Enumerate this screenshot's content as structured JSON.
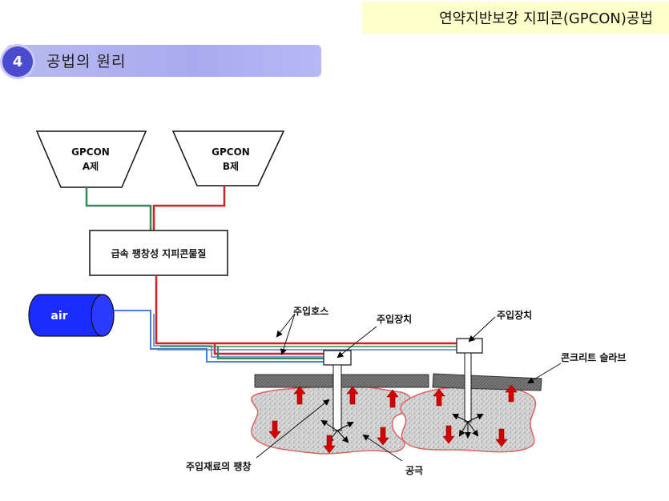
{
  "header": {
    "title": "연약지반보강 지피콘(GPCON)공법"
  },
  "section": {
    "number": "4",
    "title": "공법의 원리"
  },
  "diagram": {
    "hopper_a": {
      "line1": "GPCON",
      "line2": "A제"
    },
    "hopper_b": {
      "line1": "GPCON",
      "line2": "B제"
    },
    "mixer": "급속 팽창성 지피콘물질",
    "air_tank": "air",
    "labels": {
      "hose": "주입호스",
      "injector_left": "주입장치",
      "injector_right": "주입장치",
      "slab": "콘크리트 슬라브",
      "expansion": "주입재료의 팽창",
      "void": "공극"
    },
    "colors": {
      "line_green": "#2e8b57",
      "line_red": "#d42020",
      "line_blue": "#4a7fd0",
      "arrow_red": "#d40000"
    }
  }
}
